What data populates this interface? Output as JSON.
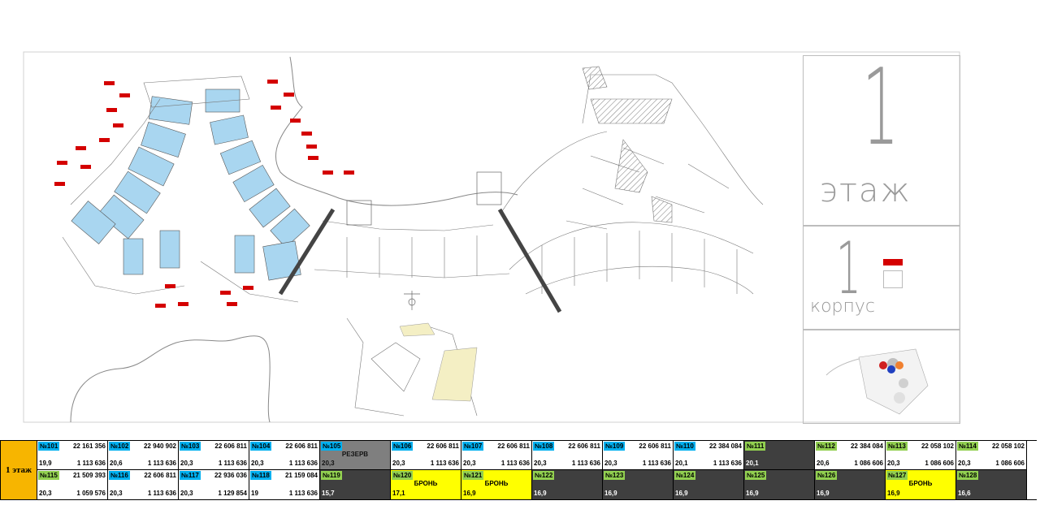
{
  "legend": {
    "floor_number": "1",
    "floor_word": "этаж",
    "building_number": "1",
    "building_word": "корпус"
  },
  "colors": {
    "blue_tag": "#00b0f0",
    "green_tag": "#92d050",
    "floor_label_bg": "#f7b500",
    "booked_bg": "#ffff00",
    "unavailable_bg": "#3f3f3f",
    "reserve_bg": "#7f7f7f",
    "plan_blue": "#a9d6f0",
    "plan_yellow": "#f4efc4"
  },
  "table": {
    "floor_label": "1 этаж",
    "rows": [
      [
        {
          "num": "№101",
          "tag": "blue",
          "price": "22 161 356",
          "area": "19,9",
          "ppm": "1 113 636",
          "style": "white"
        },
        {
          "num": "№102",
          "tag": "blue",
          "price": "22 940 902",
          "area": "20,6",
          "ppm": "1 113 636",
          "style": "white"
        },
        {
          "num": "№103",
          "tag": "blue",
          "price": "22 606 811",
          "area": "20,3",
          "ppm": "1 113 636",
          "style": "white"
        },
        {
          "num": "№104",
          "tag": "blue",
          "price": "22 606 811",
          "area": "20,3",
          "ppm": "1 113 636",
          "style": "white"
        },
        {
          "num": "№105",
          "tag": "blue",
          "status": "РЕЗЕРВ",
          "area": "20,3",
          "style": "gray"
        },
        {
          "num": "№106",
          "tag": "blue",
          "price": "22 606 811",
          "area": "20,3",
          "ppm": "1 113 636",
          "style": "white"
        },
        {
          "num": "№107",
          "tag": "blue",
          "price": "22 606 811",
          "area": "20,3",
          "ppm": "1 113 636",
          "style": "white"
        },
        {
          "num": "№108",
          "tag": "blue",
          "price": "22 606 811",
          "area": "20,3",
          "ppm": "1 113 636",
          "style": "white"
        },
        {
          "num": "№109",
          "tag": "blue",
          "price": "22 606 811",
          "area": "20,3",
          "ppm": "1 113 636",
          "style": "white"
        },
        {
          "num": "№110",
          "tag": "blue",
          "price": "22 384 084",
          "area": "20,1",
          "ppm": "1 113 636",
          "style": "white"
        },
        {
          "num": "№111",
          "tag": "green",
          "area": "20,1",
          "style": "dark"
        },
        {
          "num": "№112",
          "tag": "green",
          "price": "22 384 084",
          "area": "20,6",
          "ppm": "1 086 606",
          "style": "white"
        },
        {
          "num": "№113",
          "tag": "green",
          "price": "22 058 102",
          "area": "20,3",
          "ppm": "1 086 606",
          "style": "white"
        },
        {
          "num": "№114",
          "tag": "green",
          "price": "22 058 102",
          "area": "20,3",
          "ppm": "1 086 606",
          "style": "white"
        }
      ],
      [
        {
          "num": "№115",
          "tag": "green",
          "price": "21 509 393",
          "area": "20,3",
          "ppm": "1 059 576",
          "style": "white"
        },
        {
          "num": "№116",
          "tag": "blue",
          "price": "22 606 811",
          "area": "20,3",
          "ppm": "1 113 636",
          "style": "white"
        },
        {
          "num": "№117",
          "tag": "blue",
          "price": "22 936 036",
          "area": "20,3",
          "ppm": "1 129 854",
          "style": "white"
        },
        {
          "num": "№118",
          "tag": "blue",
          "price": "21 159 084",
          "area": "19",
          "ppm": "1 113 636",
          "style": "white"
        },
        {
          "num": "№119",
          "tag": "green",
          "area": "15,7",
          "style": "dark"
        },
        {
          "num": "№120",
          "tag": "green",
          "status": "БРОНЬ",
          "area": "17,1",
          "style": "yellow"
        },
        {
          "num": "№121",
          "tag": "green",
          "status": "БРОНЬ",
          "area": "16,9",
          "style": "yellow"
        },
        {
          "num": "№122",
          "tag": "green",
          "area": "16,9",
          "style": "dark"
        },
        {
          "num": "№123",
          "tag": "green",
          "area": "16,9",
          "style": "dark"
        },
        {
          "num": "№124",
          "tag": "green",
          "area": "16,9",
          "style": "dark"
        },
        {
          "num": "№125",
          "tag": "green",
          "area": "16,9",
          "style": "dark"
        },
        {
          "num": "№126",
          "tag": "green",
          "area": "16,9",
          "style": "dark"
        },
        {
          "num": "№127",
          "tag": "green",
          "status": "БРОНЬ",
          "area": "16,9",
          "style": "yellow"
        },
        {
          "num": "№128",
          "tag": "green",
          "area": "16,6",
          "style": "dark"
        }
      ]
    ]
  }
}
